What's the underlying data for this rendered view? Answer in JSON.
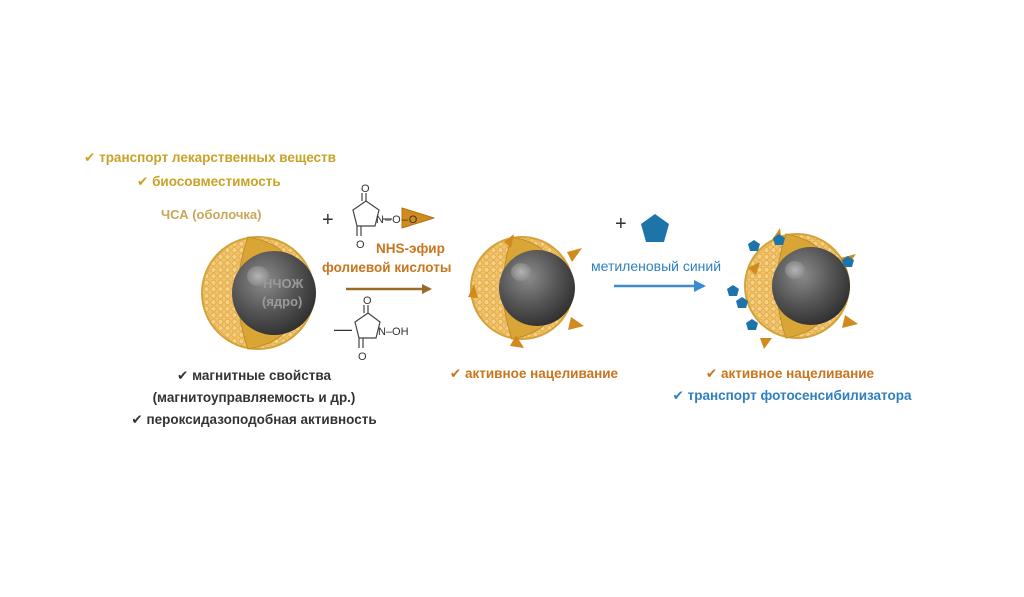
{
  "colors": {
    "shell_fill": "#f2c366",
    "shell_edge": "#d4a23a",
    "core_dark": "#3d3d3d",
    "core_light": "#8a8a8a",
    "ligand": "#d08a1d",
    "dye": "#1d74a8",
    "arrow_brown": "#9a6a2a",
    "arrow_blue": "#3a8bd0",
    "text_gold": "#c9a227",
    "text_orange": "#c8751e",
    "text_blue": "#2f7fbf",
    "text_dark": "#333333"
  },
  "left_top": {
    "check": "✔",
    "line1": "транспорт лекарственных веществ",
    "line2": "биосовместимость",
    "shell_label": "ЧСА (оболочка)"
  },
  "core_label": {
    "line1": "НЧОЖ",
    "line2": "(ядро)"
  },
  "left_bottom": {
    "check": "✔",
    "line1": "магнитные свойства",
    "line2": "(магнитоуправляемость и др.)",
    "line3": "пероксидазоподобная активность"
  },
  "reaction1": {
    "plus": "+",
    "minus": "—",
    "nhs_o_top": "O",
    "nhs_n": "N",
    "nhs_link": "–O–O",
    "nhs_o_bottom": "O",
    "byproduct_o_top": "O",
    "byproduct_n": "N–OH",
    "byproduct_o_bottom": "O",
    "label_line1": "NHS-эфир",
    "label_line2": "фолиевой кислоты"
  },
  "middle": {
    "check": "✔",
    "label": "активное нацеливание"
  },
  "reaction2": {
    "plus": "+",
    "label": "метиленовый синий"
  },
  "right": {
    "check": "✔",
    "line1": "активное нацеливание",
    "line2": "транспорт фотосенсибилизатора"
  }
}
